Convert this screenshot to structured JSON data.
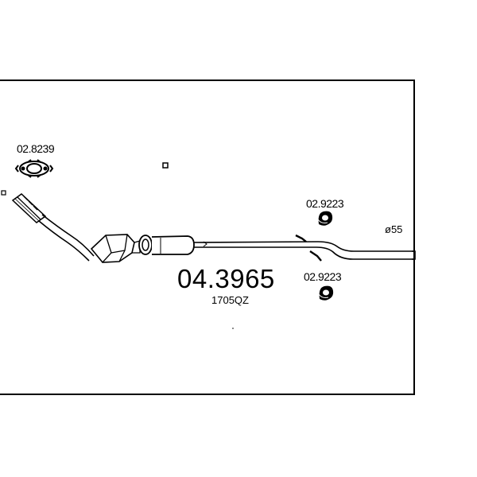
{
  "part_number": "04.3965",
  "reference_code": "1705QZ",
  "components": {
    "gasket": {
      "code": "02.8239",
      "icon": "gasket-icon"
    },
    "clamp_top": {
      "code": "02.9223",
      "icon": "rubber-mount-icon"
    },
    "clamp_bottom": {
      "code": "02.9223",
      "icon": "rubber-mount-icon"
    }
  },
  "outlet_diameter": "ø55",
  "colors": {
    "line": "#000000",
    "background": "#ffffff"
  }
}
